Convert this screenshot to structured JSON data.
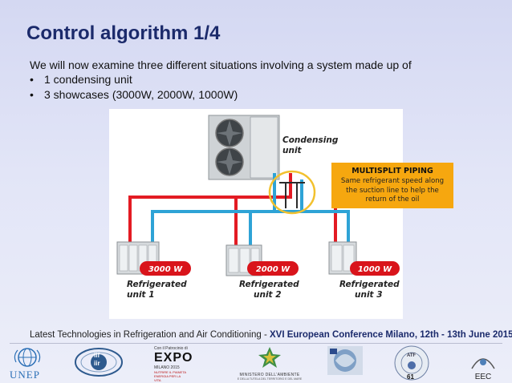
{
  "title": "Control algorithm 1/4",
  "intro": "We will now examine three different situations involving a system made up of",
  "bullets": [
    "1 condensing unit",
    "3 showcases (3000W, 2000W, 1000W)"
  ],
  "bullet_mark": "•",
  "diagram": {
    "condensing_label_1": "Condensing",
    "condensing_label_2": "unit",
    "units": [
      {
        "power": "3000 W",
        "label_1": "Refrigerated",
        "label_2": "unit 1"
      },
      {
        "power": "2000 W",
        "label_1": "Refrigerated",
        "label_2": "unit 2"
      },
      {
        "power": "1000 W",
        "label_1": "Refrigerated",
        "label_2": "unit 3"
      }
    ],
    "colors": {
      "liquid": "#e31b23",
      "suction": "#2ea3d6",
      "highlight": "#f2c12e",
      "badge": "#d9141b"
    }
  },
  "callout": {
    "title": "MULTISPLIT PIPING",
    "body": "Same refrigerant speed along the suction line to help the return of the oil"
  },
  "footer": {
    "plain": "Latest Technologies in Refrigeration and Air Conditioning - ",
    "highlight": "XVI European Conference Milano, 12th - 13th June 2015"
  },
  "logos": {
    "unep": "UNEP",
    "iif": "iif",
    "iir": "iir",
    "expo_head": "Con il Patrocinio di",
    "expo": "EXPO",
    "expo_sub": "MILANO 2015",
    "expo_sub2": "NUTRIRE IL PIANETA ENERGIA PER LA VITA",
    "ministero": "MINISTERO DELL'AMBIENTE",
    "ministero_sub": "E DELLA TUTELA DEL TERRITORIO E DEL MARE",
    "atf": "ATF",
    "eec": "EEC",
    "page_number": "61"
  }
}
